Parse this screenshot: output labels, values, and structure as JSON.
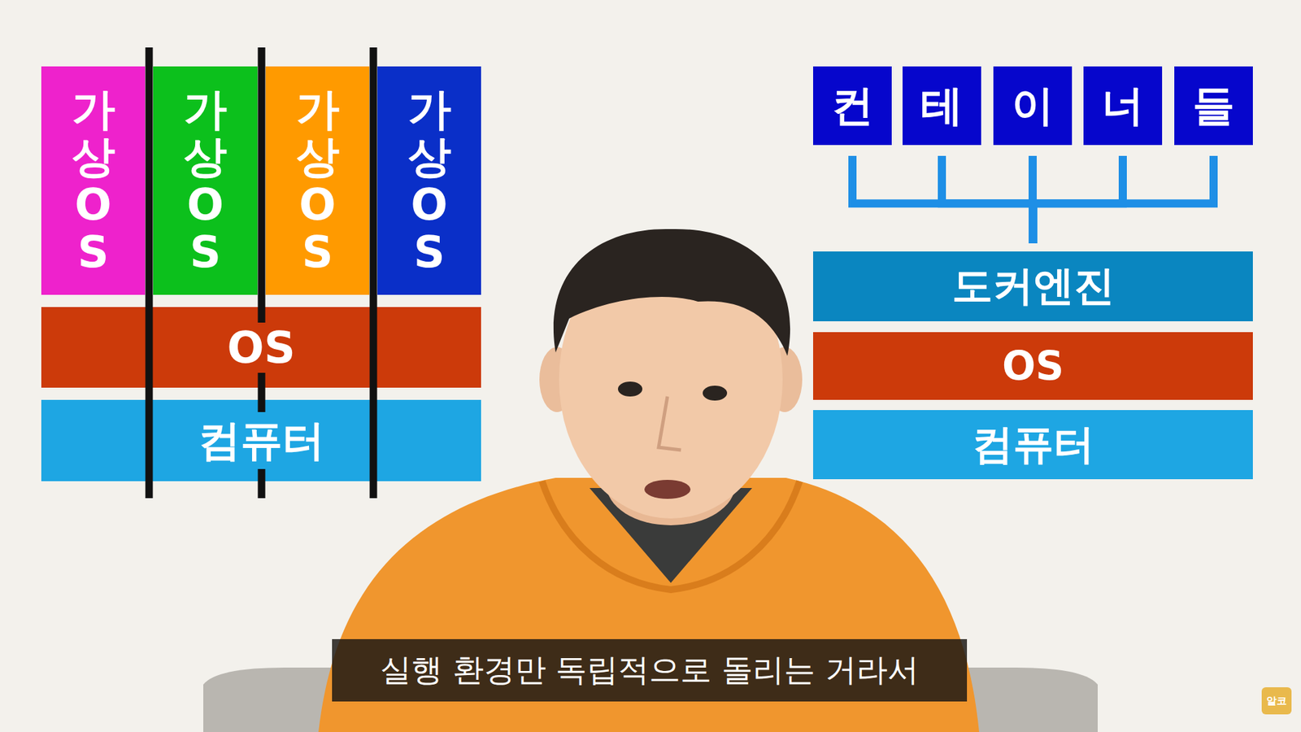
{
  "diagram": {
    "caption": "실행 환경만 독립적으로 돌리는 거라서",
    "nodes": [
      {
        "text": [
          "가상OS"
        ]
      },
      {
        "text": [
          "가상OS"
        ]
      },
      {
        "text": [
          "가상OS"
        ]
      },
      {
        "text": [
          "가상OS"
        ]
      },
      {
        "text": [
          "OS"
        ]
      },
      {
        "text": [
          "컴퓨터"
        ]
      },
      {
        "text": [
          "컨"
        ]
      },
      {
        "text": [
          "테"
        ]
      },
      {
        "text": [
          "이"
        ]
      },
      {
        "text": [
          "너"
        ]
      },
      {
        "text": [
          "들"
        ]
      },
      {
        "text": [
          "도커엔진"
        ]
      },
      {
        "text": [
          "OS"
        ]
      },
      {
        "text": [
          "컴퓨터"
        ]
      }
    ],
    "edges": [
      {
        "from": 6,
        "to": 11,
        "arrow": "none"
      },
      {
        "from": 7,
        "to": 11,
        "arrow": "none"
      },
      {
        "from": 8,
        "to": 11,
        "arrow": "none"
      },
      {
        "from": 9,
        "to": 11,
        "arrow": "none"
      },
      {
        "from": 10,
        "to": 11,
        "arrow": "none"
      }
    ],
    "labels": [
      "알코"
    ]
  }
}
